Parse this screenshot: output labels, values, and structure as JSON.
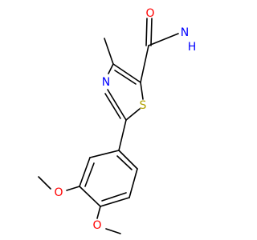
{
  "structure": {
    "atoms": {
      "O_carbonyl": {
        "text": "O",
        "color": "#ff0000"
      },
      "N_amide": {
        "text": "N",
        "color": "#0000ff"
      },
      "H2_amide": {
        "text": "H",
        "color": "#0000ff"
      },
      "N_ring": {
        "text": "N",
        "color": "#0000ff"
      },
      "S_ring": {
        "text": "S",
        "color": "#b2a100"
      },
      "O_meta": {
        "text": "O",
        "color": "#ff0000"
      },
      "O_para": {
        "text": "O",
        "color": "#ff0000"
      }
    },
    "bond_color": "#000000"
  }
}
